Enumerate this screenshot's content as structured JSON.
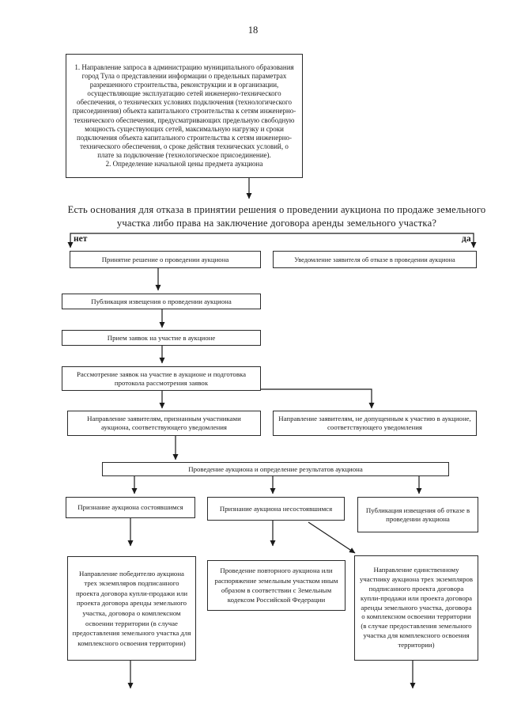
{
  "page": {
    "number": "18"
  },
  "flowchart": {
    "start": "1. Направление запроса в администрацию муниципального образования город Тула о представлении информации о предельных параметрах разрешенного строительства, реконструкции и в организации, осуществляющие эксплуатацию сетей инженерно-технического обеспечения, о технических условиях подключения (технологического присоединения) объекта капитального строительства к сетям инженерно-технического обеспечения, предусматривающих предельную свободную мощность существующих сетей, максимальную нагрузку и сроки подключения объекта капитального строительства к сетям инженерно-технического обеспечения, о сроке действия технических условий, о плате за подключение (технологическое присоединение).\n2. Определение начальной цены предмета аукциона",
    "question": "Есть основания для отказа в принятии решения о проведении аукциона по продаже земельного участка либо права на заключение договора аренды земельного участка?",
    "branch": {
      "no": "нет",
      "yes": "да"
    },
    "nodes": {
      "decide": "Принятие решение о проведении аукциона",
      "refuse_notice": "Уведомление заявителя об отказе в проведении аукциона",
      "publish": "Публикация извещения о проведении аукциона",
      "accept_bids": "Прием заявок на участие в аукционе",
      "review_bids": "Рассмотрение заявок на участие в аукционе и подготовка протокола рассмотрения заявок",
      "notify_admitted": "Направление заявителям, признанным участниками аукциона, соответствующего уведомления",
      "notify_rejected": "Направление заявителям, не допущенным к участию в аукционе, соответствующего уведомления",
      "conduct": "Проведение аукциона и определение результатов аукциона",
      "auction_held": "Признание аукциона состоявшимся",
      "auction_failed": "Признание аукциона несостоявшимся",
      "publish_refusal": "Публикация извещения об отказе в проведении аукциона",
      "send_winner": "Направление победителю аукциона трех экземпляров подписанного проекта договора купли-продажи или проекта договора аренды земельного участка, договора о комплексном освоении территории (в случае предоставления земельного участка для комплексного освоения территории)",
      "repeat_auction": "Проведение повторного аукциона или распоряжение земельным участком иным образом в соответствии с Земельным кодексом Российской Федерации",
      "send_sole": "Направление единственному участнику аукциона трех экземпляров подписанного проекта договора купли-продажи или проекта договора аренды земельного участка, договора о комплексном освоении территории (в случае предоставления земельного участка для комплексного освоения территории)"
    }
  }
}
